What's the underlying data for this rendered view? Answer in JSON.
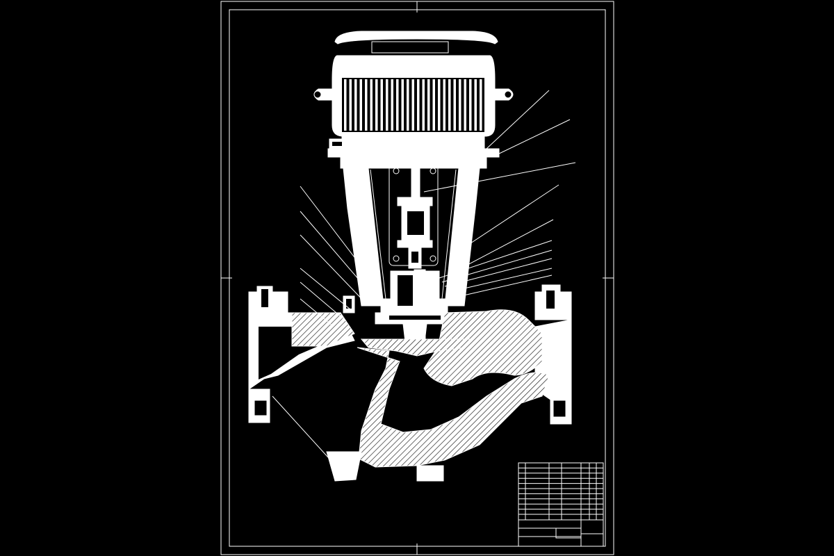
{
  "drawing": {
    "type": "vertical inline centrifugal pump assembly",
    "colors": {
      "background": "#000000",
      "lines": "#ffffff"
    },
    "leader_count_right": 10,
    "leader_count_left": 7
  },
  "title_block": {
    "parts_rows": 10,
    "labels": []
  }
}
